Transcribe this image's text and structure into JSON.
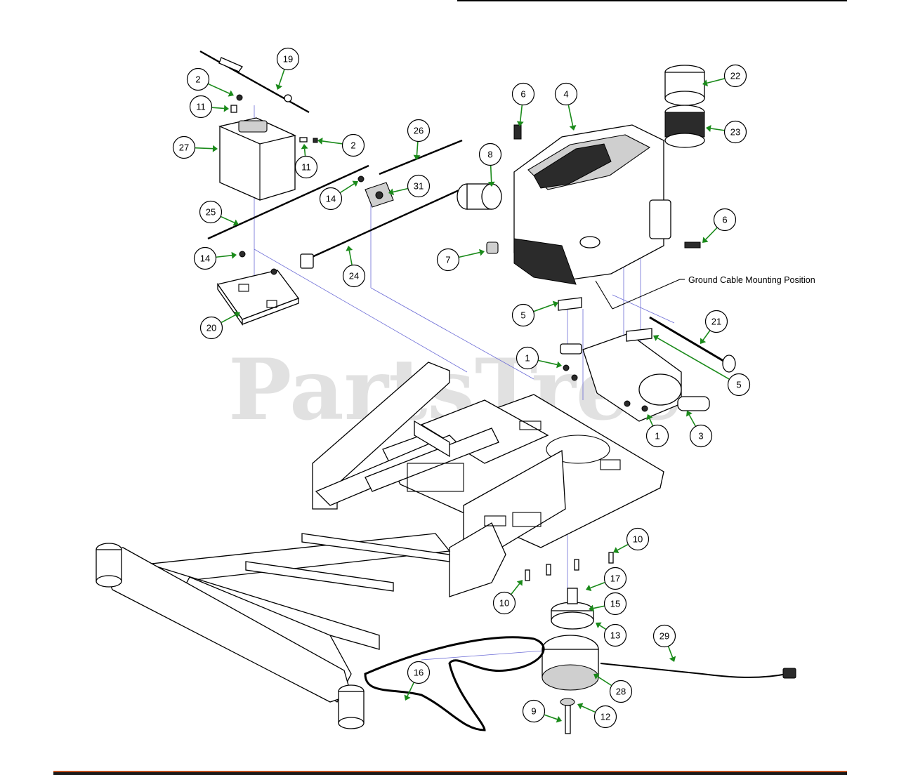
{
  "watermark": "PartsTree",
  "annotation": "Ground Cable Mounting Position",
  "callouts": [
    "19",
    "2",
    "11",
    "27",
    "2",
    "11",
    "26",
    "14",
    "31",
    "25",
    "14",
    "20",
    "24",
    "8",
    "7",
    "6",
    "4",
    "22",
    "23",
    "6",
    "5",
    "21",
    "1",
    "5",
    "1",
    "3",
    "10",
    "17",
    "15",
    "10",
    "13",
    "29",
    "16",
    "28",
    "12",
    "9"
  ],
  "colors": {
    "leader": "#1a8a1a",
    "guide": "#6b6bd6",
    "bottom_bar_accent": "#c0501e"
  }
}
